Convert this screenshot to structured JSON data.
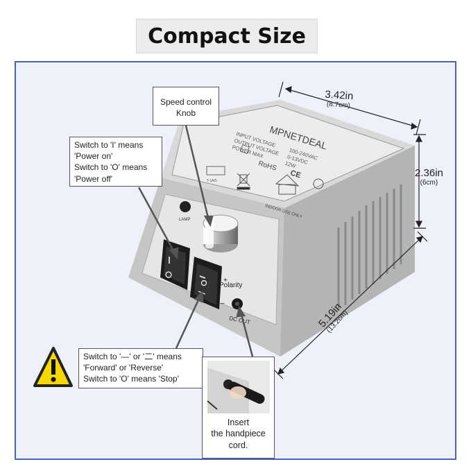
{
  "title": "Compact Size",
  "device": {
    "brand": "MPNETDEAL",
    "spec_labels": [
      "INPUT VOLTAGE",
      "OUTPUT VOLTAGE",
      "POWER MAX"
    ],
    "spec_values": [
      "100-240VAC",
      "0-13VDC",
      "12W"
    ],
    "rohs": "RoHS",
    "ce": "CE",
    "fuse": "T-1A/5",
    "indoor": "INDOOR USE ONLY",
    "lamp": "LAMP",
    "polarity": "Polarity",
    "dc_out": "DC OUT",
    "plus": "+",
    "minus": "–"
  },
  "dimensions": {
    "width": {
      "value": "3.42in",
      "metric": "(8.7cm)"
    },
    "height": {
      "value": "2.36in",
      "metric": "(6cm)"
    },
    "depth": {
      "value": "5.19in",
      "metric": "(13.2cm)"
    }
  },
  "callouts": {
    "speed": [
      "Speed control",
      "Knob"
    ],
    "power": [
      "Switch to 'I' means",
      "'Power on'",
      "Switch to 'O' means",
      "'Power off'"
    ],
    "direction": [
      "Switch to '—' or '二' means",
      "'Forward' or 'Reverse'",
      "Switch to 'O' means 'Stop'"
    ],
    "insert": [
      "Insert",
      "the handpiece",
      "cord."
    ]
  },
  "colors": {
    "frame": "#4a63b6",
    "device_body": "#c9c9c9",
    "warning": "#f5d800"
  },
  "icons": [
    "warning-icon",
    "rohs-icon",
    "ce-icon",
    "indoor-house-icon",
    "weee-bin-icon"
  ]
}
